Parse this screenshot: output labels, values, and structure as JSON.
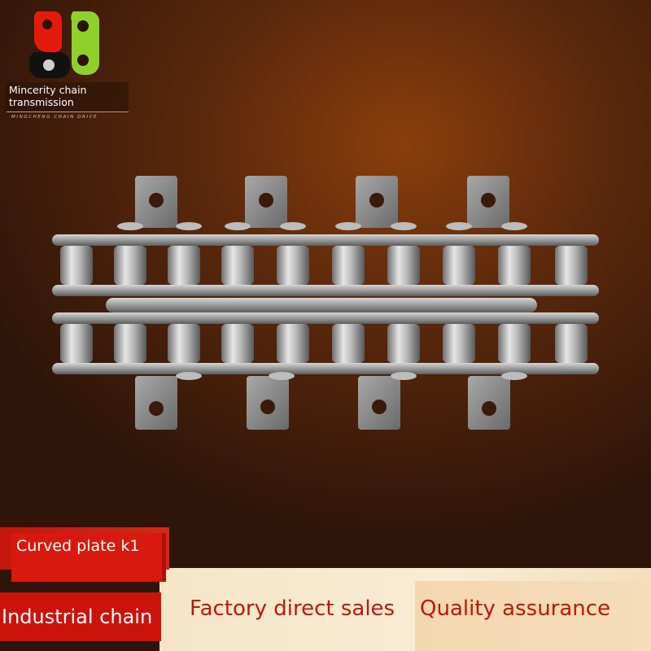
{
  "brand": {
    "name": "Mincerity chain transmission",
    "subtitle": "MINGCHENG CHAIN DRIVE",
    "logo_icon": "chain-link-logo-icon",
    "logo_colors": [
      "#e31b0e",
      "#8fd12a",
      "#111111"
    ]
  },
  "product": {
    "label": "Curved plate k1",
    "image_icon": "double-roller-chain-attachment-icon"
  },
  "banners": {
    "industrial": "Industrial chain",
    "factory": "Factory direct sales",
    "quality": "Quality assurance"
  },
  "colors": {
    "accent_red": "#cc130b",
    "text_red": "#c0160c",
    "cream": "#f6e6c8",
    "background_brown": "#5a280c"
  }
}
